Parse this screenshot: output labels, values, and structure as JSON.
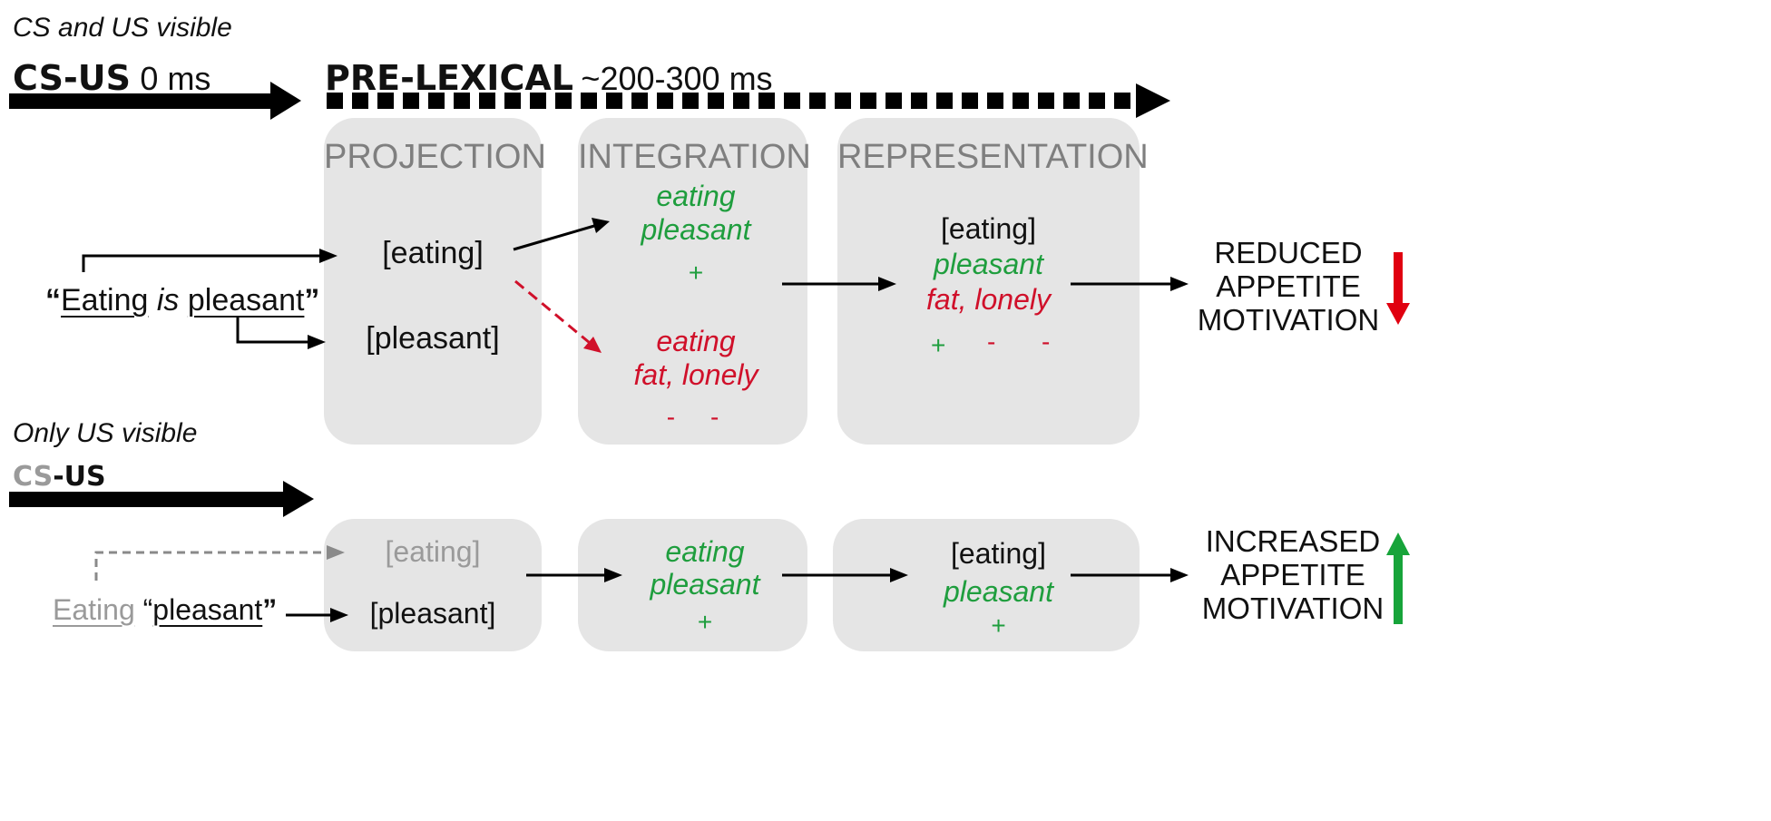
{
  "top": {
    "condition_label": "CS and US visible",
    "csus_bold": "CS-US",
    "csus_time": "0 ms",
    "prelexical_bold": "PRE-LEXICAL",
    "prelexical_time": "~200-300 ms",
    "headers": {
      "projection": "PROJECTION",
      "integration": "INTEGRATION",
      "representation": "REPRESENTATION"
    },
    "stimulus": {
      "open_quote": "“",
      "word1": "Eating",
      "word2": "is",
      "word3": "pleasant",
      "close_quote": "”"
    },
    "projection": {
      "eating": "[eating]",
      "pleasant": "[pleasant]"
    },
    "integration": {
      "pos_line1": "eating",
      "pos_line2": "pleasant",
      "pos_sign": "+",
      "neg_line1": "eating",
      "neg_line2": "fat, lonely",
      "neg_signs": "-     -"
    },
    "representation": {
      "line1": "[eating]",
      "line2": "pleasant",
      "line3": "fat, lonely",
      "sign_plus": "+",
      "sign_minus1": "-",
      "sign_minus2": "-"
    },
    "outcome": {
      "line1": "REDUCED",
      "line2": "APPETITE",
      "line3": "MOTIVATION"
    }
  },
  "bottom": {
    "condition_label": "Only US visible",
    "cs_part": "CS",
    "us_part": "-US",
    "stimulus": {
      "word1": "Eating",
      "open_quote": "“",
      "word2": "pleasant",
      "close_quote": "”"
    },
    "projection": {
      "eating": "[eating]",
      "pleasant": "[pleasant]"
    },
    "integration": {
      "line1": "eating",
      "line2": "pleasant",
      "sign": "+"
    },
    "representation": {
      "line1": "[eating]",
      "line2": "pleasant",
      "sign": "+"
    },
    "outcome": {
      "line1": "INCREASED",
      "line2": "APPETITE",
      "line3": "MOTIVATION"
    }
  },
  "colors": {
    "green": "#1f9e3e",
    "red": "#d0102a",
    "panel": "#e5e5e5",
    "header_gray": "#7f7f7f"
  }
}
